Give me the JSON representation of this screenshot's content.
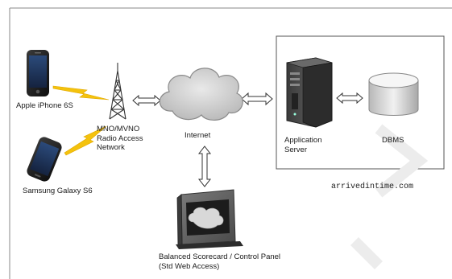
{
  "nodes": {
    "iphone": {
      "label": "Apple iPhone 6S"
    },
    "galaxy": {
      "label": "Samsung Galaxy S6"
    },
    "ran": {
      "label_lines": [
        "MNO/MVNO",
        "Radio Access",
        "Network"
      ]
    },
    "internet": {
      "label": "Internet"
    },
    "app_server": {
      "label_lines": [
        "Application",
        "Server"
      ]
    },
    "dbms": {
      "label": "DBMS"
    },
    "control_panel": {
      "label_lines": [
        "Balanced Scorecard / Control Panel",
        "(Std Web Access)"
      ]
    }
  },
  "watermark": "arrivedintime.com",
  "icons": {
    "iphone": "smartphone-icon",
    "galaxy": "smartphone-icon",
    "ran": "radio-tower-icon",
    "internet": "cloud-icon",
    "app_server": "server-icon",
    "dbms": "database-icon",
    "control_panel": "monitor-icon"
  }
}
